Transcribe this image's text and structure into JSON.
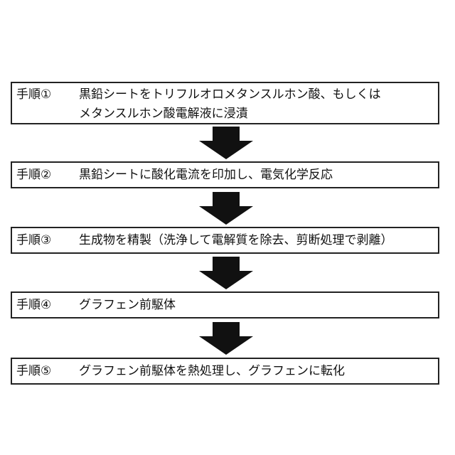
{
  "steps": [
    {
      "label": "手順①",
      "text": "黒鉛シートをトリフルオロメタンスルホン酸、もしくは\nメタンスルホン酸電解液に浸漬"
    },
    {
      "label": "手順②",
      "text": "黒鉛シートに酸化電流を印加し、電気化学反応"
    },
    {
      "label": "手順③",
      "text": "生成物を精製（洗浄して電解質を除去、剪断処理で剥離）"
    },
    {
      "label": "手順④",
      "text": "グラフェン前駆体"
    },
    {
      "label": "手順⑤",
      "text": "グラフェン前駆体を熱処理し、グラフェンに転化"
    }
  ],
  "colors": {
    "border": "#222222",
    "arrow": "#111111",
    "background": "#ffffff"
  },
  "icons": {
    "arrow": "down-arrow-icon"
  }
}
